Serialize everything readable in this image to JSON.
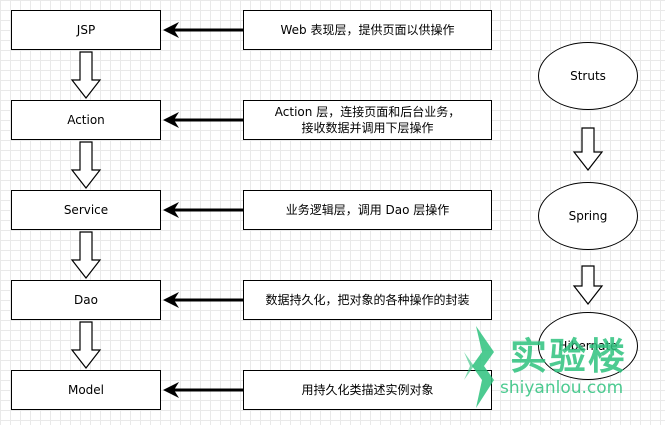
{
  "layers": [
    {
      "name": "JSP",
      "note": [
        "Web 表现层，提供页面以供操作"
      ]
    },
    {
      "name": "Action",
      "note": [
        "Action 层，连接页面和后台业务，",
        "接收数据并调用下层操作"
      ]
    },
    {
      "name": "Service",
      "note": [
        "业务逻辑层，调用 Dao 层操作"
      ]
    },
    {
      "name": "Dao",
      "note": [
        "数据持久化，把对象的各种操作的封装"
      ]
    },
    {
      "name": "Model",
      "note": [
        "用持久化类描述实例对象"
      ]
    }
  ],
  "frameworks": [
    "Struts",
    "Spring",
    "Hibernate"
  ],
  "watermark": {
    "title": "实验楼",
    "url": "shiyanlou.com",
    "color": "#2ec27e"
  }
}
